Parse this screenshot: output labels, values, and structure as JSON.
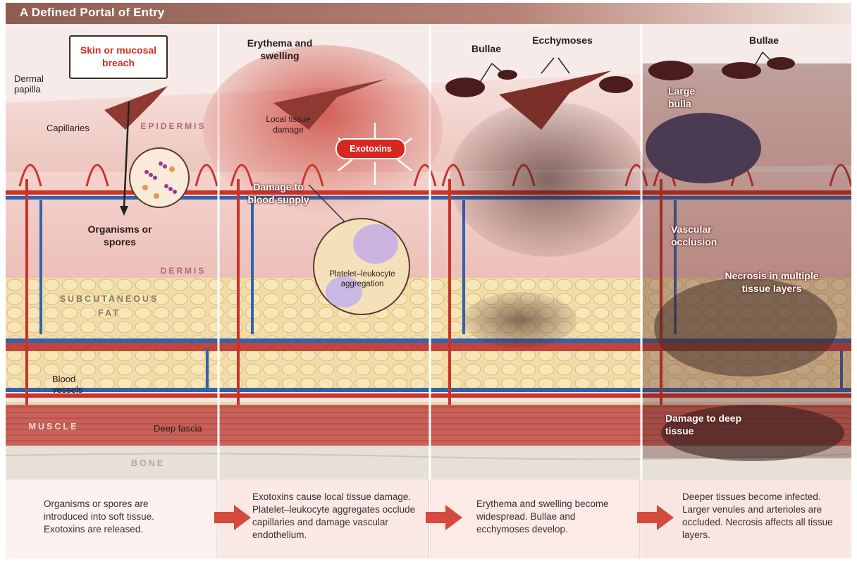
{
  "header": {
    "title": "A  Defined Portal of Entry"
  },
  "panel1": {
    "breach": "Skin or mucosal breach",
    "dermal_papilla": "Dermal papilla",
    "capillaries": "Capillaries",
    "epidermis": "EPIDERMIS",
    "organisms": "Organisms or spores",
    "dermis": "DERMIS",
    "subcutaneous_fat": "SUBCUTANEOUS FAT",
    "blood_vessels": "Blood vessels",
    "muscle": "MUSCLE",
    "deep_fascia": "Deep fascia",
    "bone": "BONE"
  },
  "panel2": {
    "erythema": "Erythema and swelling",
    "local_damage": "Local tissue damage",
    "exotoxins": "Exotoxins",
    "damage_blood": "Damage to blood supply",
    "platelet": "Platelet–leukocyte aggregation"
  },
  "panel3": {
    "bullae": "Bullae",
    "ecchymoses": "Ecchymoses"
  },
  "panel4": {
    "bullae": "Bullae",
    "large_bulla": "Large bulla",
    "vascular": "Vascular occlusion",
    "necrosis": "Necrosis in multiple tissue layers",
    "deep_damage": "Damage to deep tissue"
  },
  "captions": [
    "Organisms or spores are introduced into soft tissue. Exotoxins are released.",
    "Exotoxins cause local tissue damage. Platelet–leukocyte aggregates occlude capillaries and damage vascular endothelium.",
    "Erythema and swelling become widespread. Bullae and ecchymoses develop.",
    "Deeper tissues become infected. Larger venules and arterioles are occluded. Necrosis affects all tissue layers."
  ]
}
